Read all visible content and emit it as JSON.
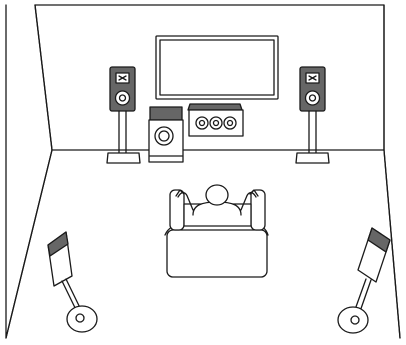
{
  "diagram": {
    "kind": "home-theater-speaker-layout",
    "configuration": {
      "front_speakers_on_stands": 2,
      "center_speaker": 1,
      "subwoofer": 1,
      "surround_speakers": 2
    },
    "colors": {
      "stroke": "#1a1a1a",
      "speaker_fill": "#666666",
      "wall_fill": "#ffffff"
    }
  }
}
